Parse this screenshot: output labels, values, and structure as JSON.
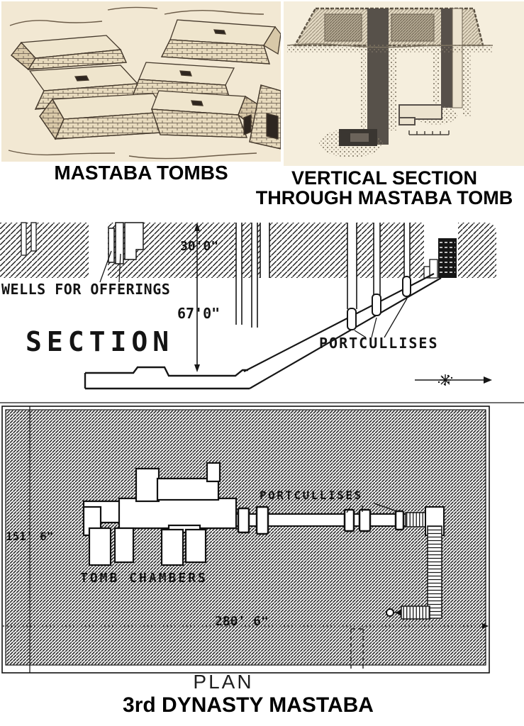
{
  "colors": {
    "paper_cream": "#f2e8d3",
    "ink_black": "#1a1a1a",
    "sketch_brown": "#4a3f33"
  },
  "top_left_figure": {
    "caption": "MASTABA TOMBS"
  },
  "top_right_figure": {
    "caption_line1": "VERTICAL SECTION",
    "caption_line2": "THROUGH MASTABA TOMB"
  },
  "section_figure": {
    "title": "SECTION",
    "wells_label": "WELLS FOR OFFERINGS",
    "portcullises_label": "PORTCULLISES",
    "shaft_depth_dimension": "67'0\"",
    "upper_dimension": "30'0\""
  },
  "plan_figure": {
    "portcullises_label": "PORTCULLISES",
    "tomb_chambers_label": "TOMB CHAMBERS",
    "length_dimension": "280' 6\"",
    "width_dimension": "151' 6\"",
    "title": "PLAN",
    "subtitle": "3rd DYNASTY MASTABA"
  }
}
